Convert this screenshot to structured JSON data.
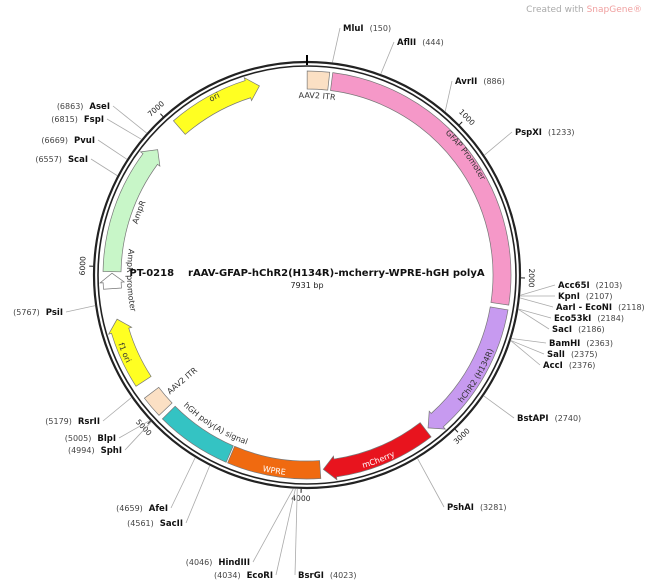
{
  "credit": {
    "prefix": "Created with ",
    "brand": "SnapGene®"
  },
  "plasmid": {
    "id": "PT-0218",
    "name": "rAAV-GFAP-hChR2(H134R)-mcherry-WPRE-hGH polyA",
    "length_label": "7931 bp",
    "length": 7931
  },
  "ticks": [
    1000,
    2000,
    3000,
    4000,
    5000,
    6000,
    7000
  ],
  "features": [
    {
      "name": "AAV2 ITR",
      "start": 1,
      "end": 141,
      "type": "box",
      "color": "#fbe0c4"
    },
    {
      "name": "GFAP Promoter",
      "start": 160,
      "end": 2170,
      "type": "box",
      "color": "#f598c8"
    },
    {
      "name": "hChR2 (H134R)",
      "start": 2200,
      "end": 3120,
      "type": "arrow",
      "color": "#c79af0"
    },
    {
      "name": "mCherry",
      "start": 3140,
      "end": 3860,
      "type": "arrow",
      "color": "#e8141e"
    },
    {
      "name": "WPRE",
      "start": 3880,
      "end": 4470,
      "type": "box",
      "color": "#f06a10"
    },
    {
      "name": "hGH poly(A) signal",
      "start": 4480,
      "end": 4960,
      "type": "box",
      "color": "#34c3c3"
    },
    {
      "name": "AAV2 ITR",
      "start": 4990,
      "end": 5130,
      "type": "box",
      "color": "#fbe0c4"
    },
    {
      "name": "f1 ori",
      "start": 5220,
      "end": 5660,
      "type": "arrow",
      "color": "#ffff22"
    },
    {
      "name": "AmpR promoter",
      "start": 5860,
      "end": 5960,
      "type": "arrow",
      "color": "#ffffff"
    },
    {
      "name": "AmpR",
      "start": 5970,
      "end": 6830,
      "type": "arrow",
      "color": "#c8f6c8"
    },
    {
      "name": "ori",
      "start": 7030,
      "end": 7620,
      "type": "arrow",
      "color": "#ffff22"
    }
  ],
  "enzymes": [
    {
      "name": "MluI",
      "pos": 150
    },
    {
      "name": "AflII",
      "pos": 444
    },
    {
      "name": "AvrII",
      "pos": 886
    },
    {
      "name": "PspXI",
      "pos": 1233
    },
    {
      "name": "Acc65I",
      "pos": 2103
    },
    {
      "name": "KpnI",
      "pos": 2107
    },
    {
      "name": "AarI - EcoNI",
      "pos": 2118
    },
    {
      "name": "Eco53kI",
      "pos": 2184
    },
    {
      "name": "SacI",
      "pos": 2186
    },
    {
      "name": "BamHI",
      "pos": 2363
    },
    {
      "name": "SalI",
      "pos": 2375
    },
    {
      "name": "AccI",
      "pos": 2376
    },
    {
      "name": "BstAPI",
      "pos": 2740
    },
    {
      "name": "PshAI",
      "pos": 3281
    },
    {
      "name": "BsrGI",
      "pos": 4023
    },
    {
      "name": "EcoRI",
      "pos": 4034
    },
    {
      "name": "HindIII",
      "pos": 4046
    },
    {
      "name": "SacII",
      "pos": 4561
    },
    {
      "name": "AfeI",
      "pos": 4659
    },
    {
      "name": "SphI",
      "pos": 4994
    },
    {
      "name": "BlpI",
      "pos": 5005
    },
    {
      "name": "RsrII",
      "pos": 5179
    },
    {
      "name": "PsiI",
      "pos": 5767
    },
    {
      "name": "ScaI",
      "pos": 6557
    },
    {
      "name": "PvuI",
      "pos": 6669
    },
    {
      "name": "FspI",
      "pos": 6815
    },
    {
      "name": "AseI",
      "pos": 6863
    }
  ]
}
